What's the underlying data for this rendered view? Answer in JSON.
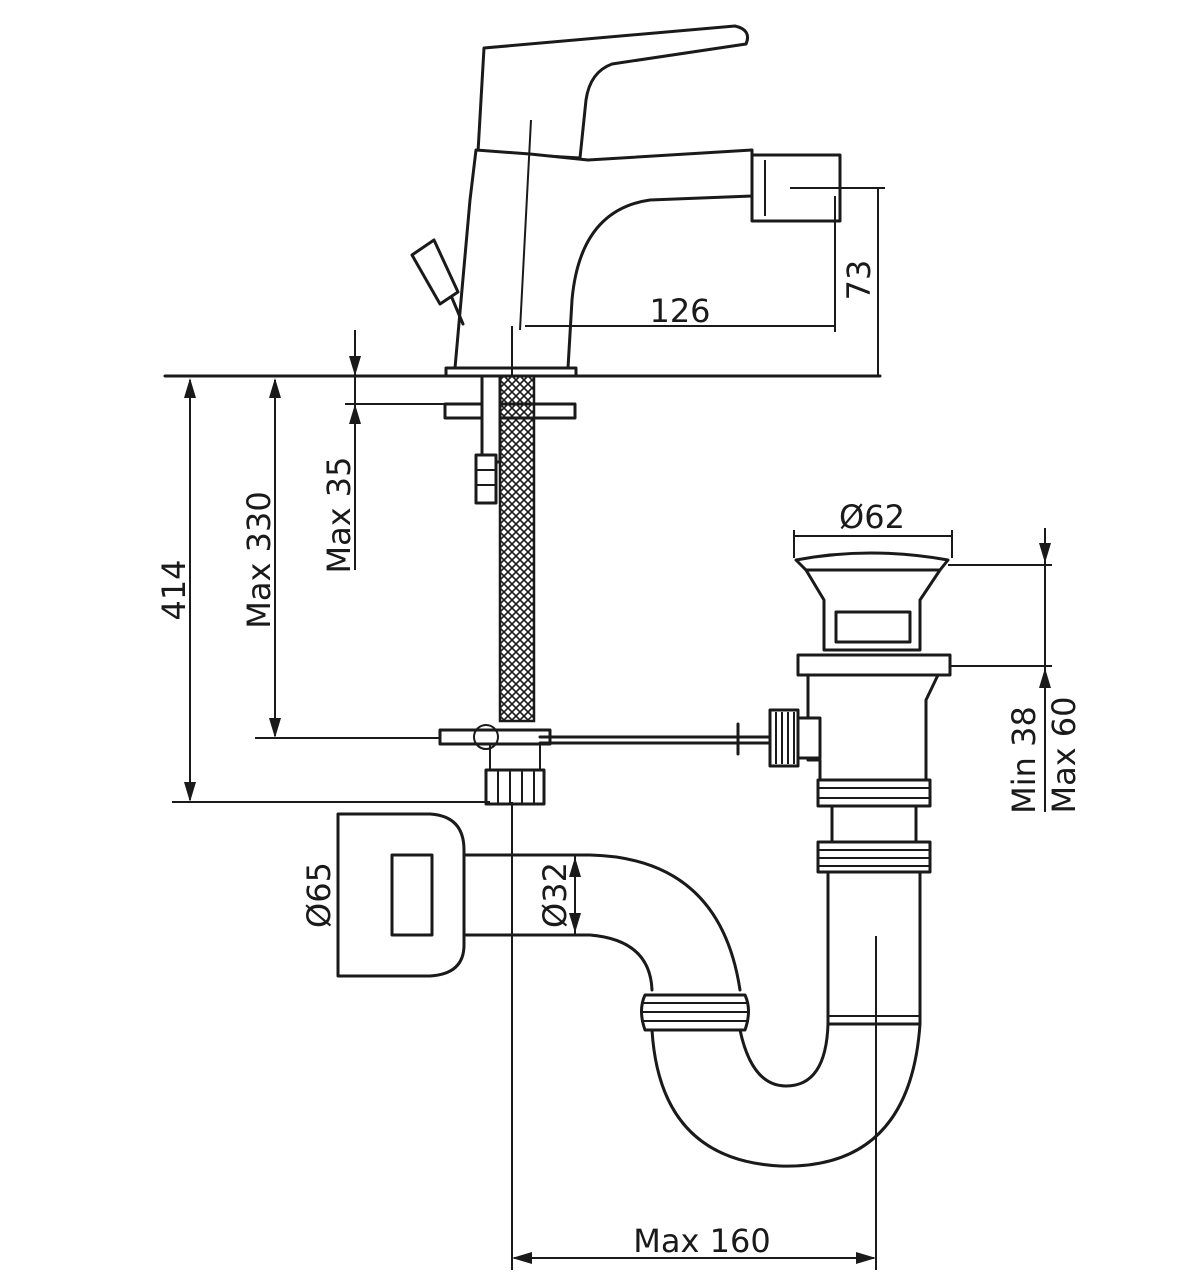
{
  "dimensions": {
    "spout_reach": "126",
    "spout_height": "73",
    "total_height": "414",
    "flexible_hose": "Max 330",
    "deck_thickness": "Max 35",
    "waste_head_diameter": "Ø62",
    "waste_adjust": "Min 38\nMax 60",
    "waste_adjust_min": "Min 38",
    "waste_adjust_max": "Max 60",
    "wall_flange_diameter": "Ø65",
    "trap_pipe_diameter": "Ø32",
    "trap_offset": "Max 160"
  }
}
